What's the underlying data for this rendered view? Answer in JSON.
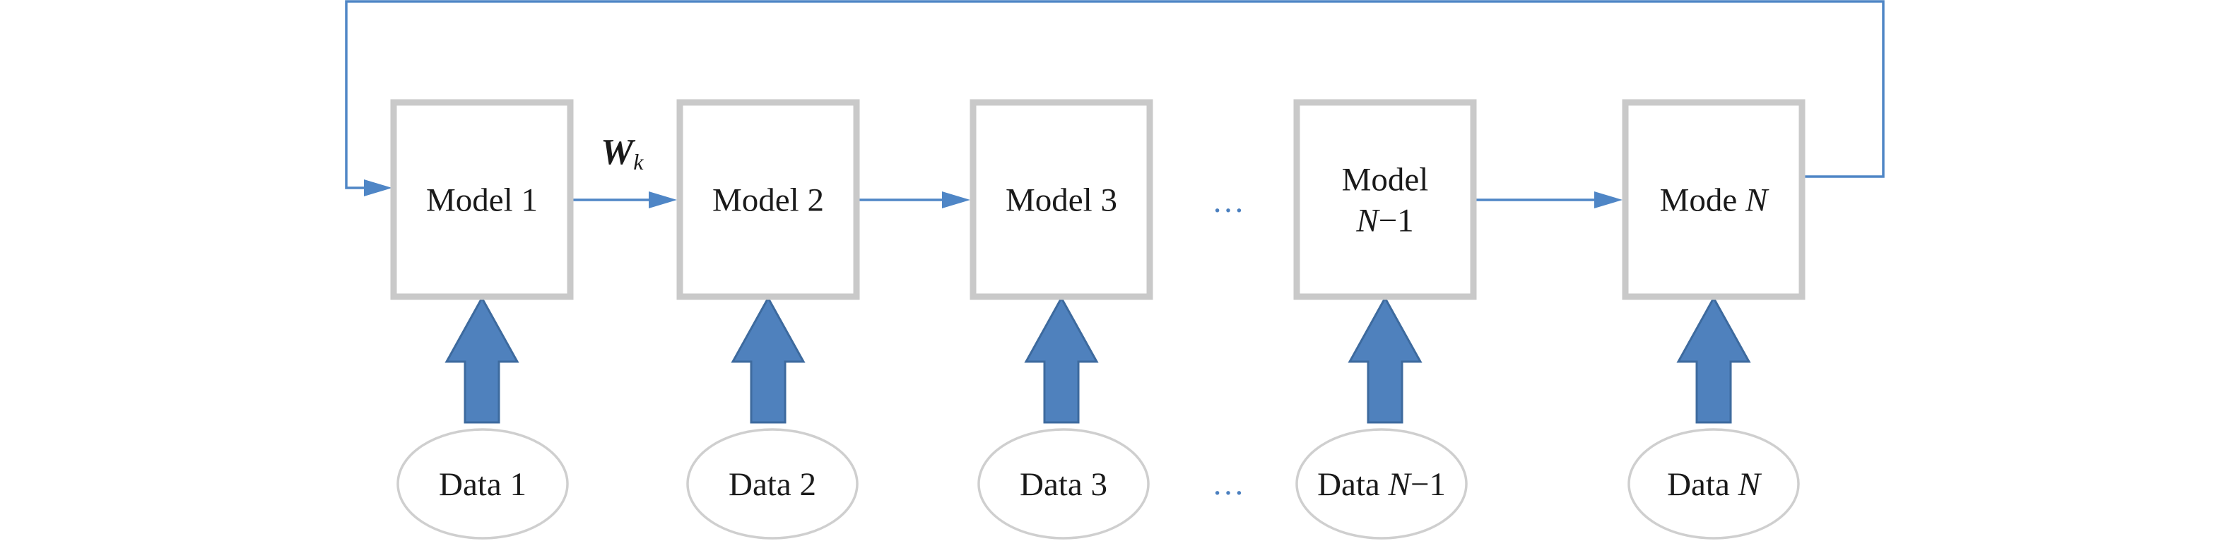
{
  "models": [
    {
      "lines": [
        [
          {
            "t": "Model 1",
            "i": false
          }
        ]
      ]
    },
    {
      "lines": [
        [
          {
            "t": "Model 2",
            "i": false
          }
        ]
      ]
    },
    {
      "lines": [
        [
          {
            "t": "Model 3",
            "i": false
          }
        ]
      ]
    },
    {
      "lines": [
        [
          {
            "t": "Model",
            "i": false
          }
        ],
        [
          {
            "t": "N",
            "i": true
          },
          {
            "t": "−1",
            "i": false
          }
        ]
      ]
    },
    {
      "lines": [
        [
          {
            "t": "Mode ",
            "i": false
          },
          {
            "t": "N",
            "i": true
          }
        ]
      ]
    }
  ],
  "data_nodes": [
    {
      "lines": [
        [
          {
            "t": "Data 1",
            "i": false
          }
        ]
      ]
    },
    {
      "lines": [
        [
          {
            "t": "Data 2",
            "i": false
          }
        ]
      ]
    },
    {
      "lines": [
        [
          {
            "t": "Data 3",
            "i": false
          }
        ]
      ]
    },
    {
      "lines": [
        [
          {
            "t": "Data ",
            "i": false
          },
          {
            "t": "N",
            "i": true
          },
          {
            "t": "−1",
            "i": false
          }
        ]
      ]
    },
    {
      "lines": [
        [
          {
            "t": "Data ",
            "i": false
          },
          {
            "t": "N",
            "i": true
          }
        ]
      ]
    }
  ],
  "weight_label": {
    "main": "W",
    "sub": "k"
  },
  "ellipsis": "…",
  "colors": {
    "flow": "#4f86c6",
    "big_arrow": "#4f81bd",
    "box_border": "#c9c9c9",
    "ellipse_border": "#cfcfcf"
  }
}
